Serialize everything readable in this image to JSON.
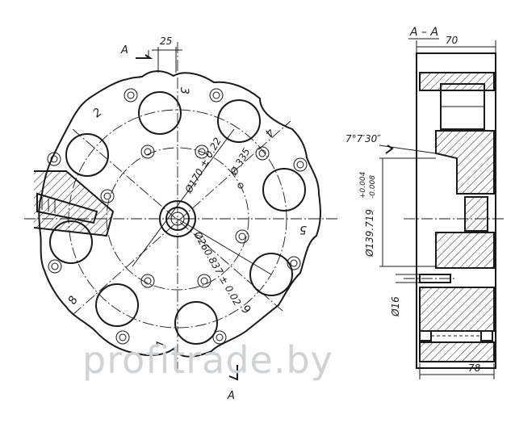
{
  "plan_view": {
    "section_marker_top": "A",
    "section_marker_bottom": "A",
    "dim_slot_width": "25",
    "dim_bolt_circle": "Ø170 ± 0.22",
    "dim_outer": "Ø 335",
    "dim_pcd": "Ø260.837 ± 0.02",
    "station_numbers": [
      "2",
      "3",
      "4",
      "5",
      "6",
      "7",
      "8"
    ]
  },
  "section_view": {
    "title": "A – A",
    "dim_width": "70",
    "dim_taper": "7°7′30″",
    "dim_bore": "Ø139.719",
    "dim_bore_tol_upper": "+0.004",
    "dim_bore_tol_lower": "-0.008",
    "dim_pin": "Ø16",
    "dim_bottom": "78"
  },
  "watermark": "profitrade.by"
}
